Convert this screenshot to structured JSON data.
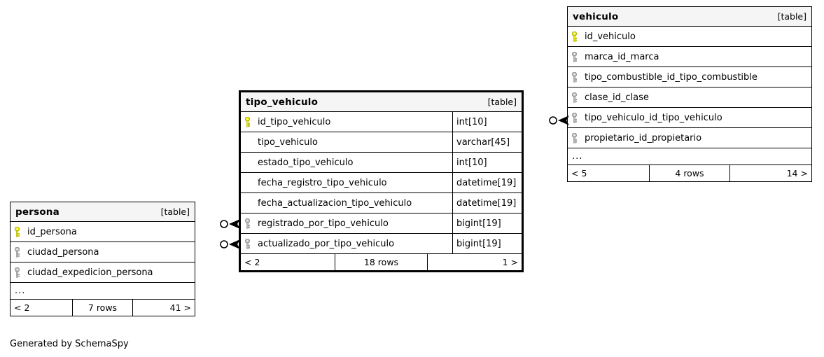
{
  "diagram": {
    "credit": "Generated by SchemaSpy",
    "table_tag": "[table]",
    "ellipsis": "...",
    "colors": {
      "primary_key": "#e8e800",
      "foreign_key": "#b0b0b0",
      "border": "#000000",
      "header_bg": "#f5f5f5",
      "background": "#ffffff"
    }
  },
  "tables": [
    {
      "id": "persona",
      "name": "persona",
      "tag": "[table]",
      "focused": false,
      "show_types": false,
      "columns": [
        {
          "name": "id_persona",
          "key": "primary",
          "type": ""
        },
        {
          "name": "ciudad_persona",
          "key": "foreign",
          "type": ""
        },
        {
          "name": "ciudad_expedicion_persona",
          "key": "foreign",
          "type": ""
        }
      ],
      "has_ellipsis": true,
      "footer": {
        "left": "< 2",
        "middle": "7 rows",
        "right": "41 >"
      }
    },
    {
      "id": "tipo_vehiculo",
      "name": "tipo_vehiculo",
      "tag": "[table]",
      "focused": true,
      "show_types": true,
      "columns": [
        {
          "name": "id_tipo_vehiculo",
          "key": "primary",
          "type": "int[10]"
        },
        {
          "name": "tipo_vehiculo",
          "key": "none",
          "type": "varchar[45]"
        },
        {
          "name": "estado_tipo_vehiculo",
          "key": "none",
          "type": "int[10]"
        },
        {
          "name": "fecha_registro_tipo_vehiculo",
          "key": "none",
          "type": "datetime[19]"
        },
        {
          "name": "fecha_actualizacion_tipo_vehiculo",
          "key": "none",
          "type": "datetime[19]"
        },
        {
          "name": "registrado_por_tipo_vehiculo",
          "key": "foreign",
          "type": "bigint[19]"
        },
        {
          "name": "actualizado_por_tipo_vehiculo",
          "key": "foreign",
          "type": "bigint[19]"
        }
      ],
      "has_ellipsis": false,
      "footer": {
        "left": "< 2",
        "middle": "18 rows",
        "right": "1 >"
      }
    },
    {
      "id": "vehiculo",
      "name": "vehiculo",
      "tag": "[table]",
      "focused": false,
      "show_types": false,
      "columns": [
        {
          "name": "id_vehiculo",
          "key": "primary",
          "type": ""
        },
        {
          "name": "marca_id_marca",
          "key": "foreign",
          "type": ""
        },
        {
          "name": "tipo_combustible_id_tipo_combustible",
          "key": "foreign",
          "type": ""
        },
        {
          "name": "clase_id_clase",
          "key": "foreign",
          "type": ""
        },
        {
          "name": "tipo_vehiculo_id_tipo_vehiculo",
          "key": "foreign",
          "type": ""
        },
        {
          "name": "propietario_id_propietario",
          "key": "foreign",
          "type": ""
        }
      ],
      "has_ellipsis": true,
      "footer": {
        "left": "< 5",
        "middle": "4 rows",
        "right": "14 >"
      }
    }
  ],
  "relationships": [
    {
      "id": "rel-tipo-vehiculo-registrado-por",
      "target_table": "tipo_vehiculo",
      "target_column": "registrado_por_tipo_vehiculo",
      "notation": "zero-or-many"
    },
    {
      "id": "rel-tipo-vehiculo-actualizado-por",
      "target_table": "tipo_vehiculo",
      "target_column": "actualizado_por_tipo_vehiculo",
      "notation": "zero-or-many"
    },
    {
      "id": "rel-vehiculo-tipo-vehiculo",
      "target_table": "vehiculo",
      "target_column": "tipo_vehiculo_id_tipo_vehiculo",
      "notation": "zero-or-many"
    }
  ]
}
